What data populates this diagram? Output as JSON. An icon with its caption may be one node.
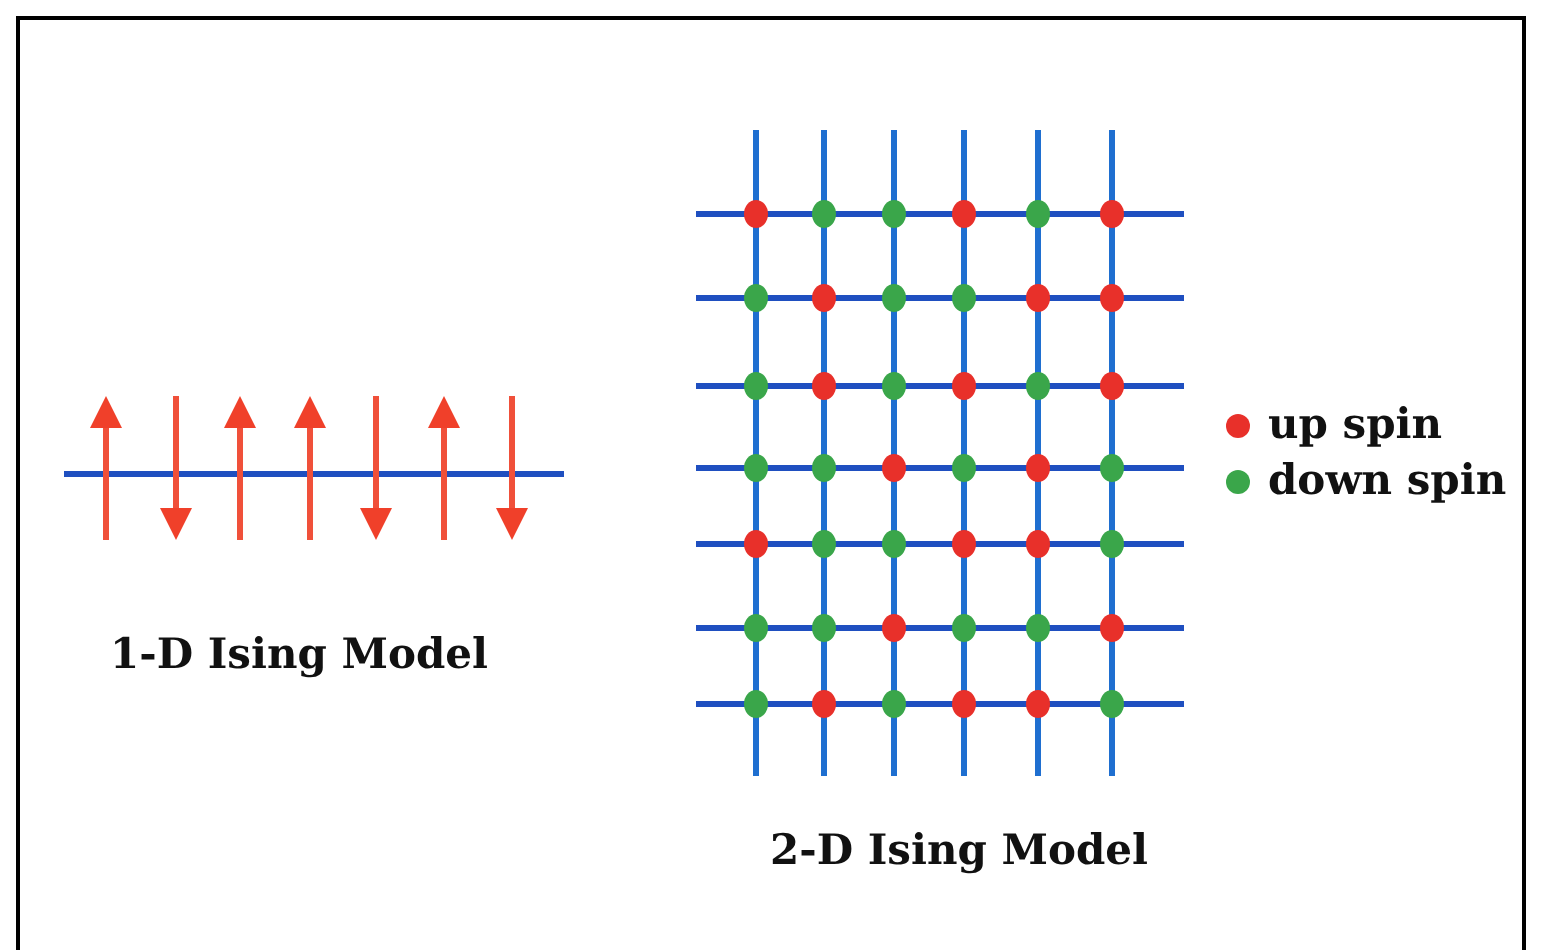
{
  "diagram": {
    "labels": [
      "1-D Ising Model",
      "2-D Ising Model"
    ],
    "legend": [
      {
        "text": "up spin",
        "color": "#e8302a"
      },
      {
        "text": "down spin",
        "color": "#3aa64a"
      }
    ]
  }
}
